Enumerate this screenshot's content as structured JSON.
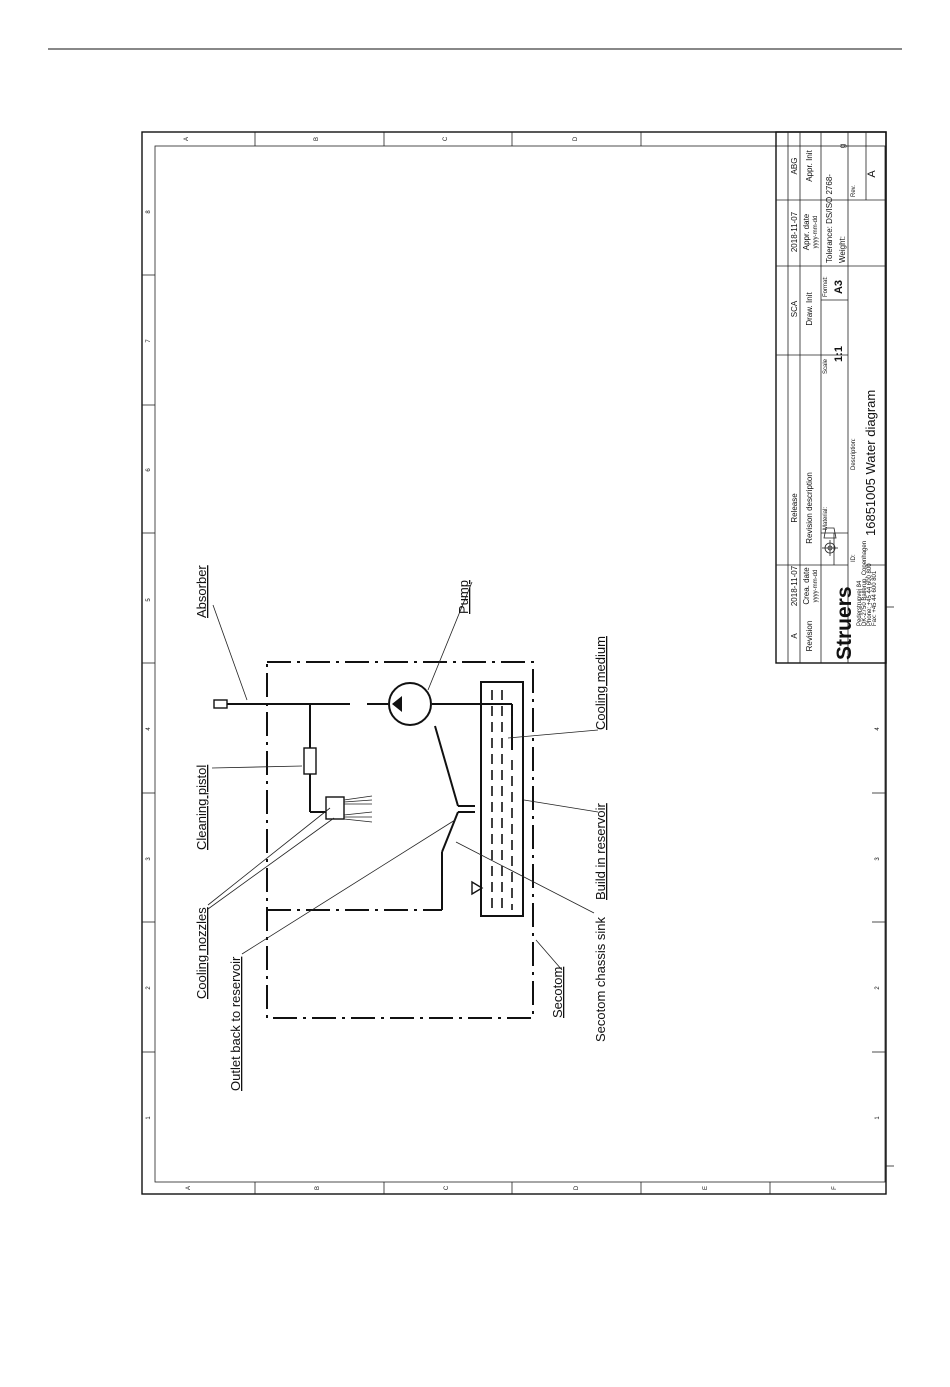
{
  "drawing": {
    "labels": {
      "absorber": "Absorber",
      "pump": "Pump",
      "cooling_medium": "Cooling medium",
      "cleaning_pistol": "Cleaning pistol",
      "build_in_reservoir": "Build in reservoir",
      "cooling_nozzles": "Cooling nozzles",
      "secotom_chassis_sink": "Secotom chassis sink",
      "outlet_back_to_reservoir": "Outlet back to reservoir",
      "secotom": "Secotom"
    },
    "zones_rows": [
      "A",
      "B",
      "C",
      "D",
      "E",
      "F"
    ],
    "zones_cols": [
      "1",
      "2",
      "3",
      "4",
      "5",
      "6",
      "7",
      "8"
    ]
  },
  "title_block": {
    "rev_letter": "A",
    "rev_date": "2018-11-07",
    "rev_text": "Release",
    "rev_approver": "SCA",
    "appr_date": "2018-11-07",
    "appr_init": "ABG",
    "hdr_revision": "Revision",
    "hdr_crea_date": "Crea. date",
    "hdr_crea_fmt": "yyyy-mm-dd",
    "hdr_rev_desc": "Revision description",
    "hdr_draw_init": "Draw. Init",
    "hdr_appr_date": "Appr. date",
    "hdr_appr_fmt": "yyyy-mm-dd",
    "hdr_appr_init": "Appr. Init",
    "company": "Struers",
    "company_addr": [
      "Pederstrupvej 84",
      "DK-2750 Ballerup, Copenhagen",
      "Phone: +45 44 600 800",
      "Fax: +45 44 600 801"
    ],
    "material_label": "Material:",
    "scale_label": "Scale",
    "scale": "1:1",
    "format_label": "Format:",
    "format": "A3",
    "tolerance": "Tolerance: DS/ISO 2768-",
    "weight_label": "Weight:",
    "weight_unit": "g",
    "id_label": "ID:",
    "description_label": "Description:",
    "description": "16851005 Water diagram",
    "rev_label": "Rev.",
    "rev_value": "A"
  }
}
